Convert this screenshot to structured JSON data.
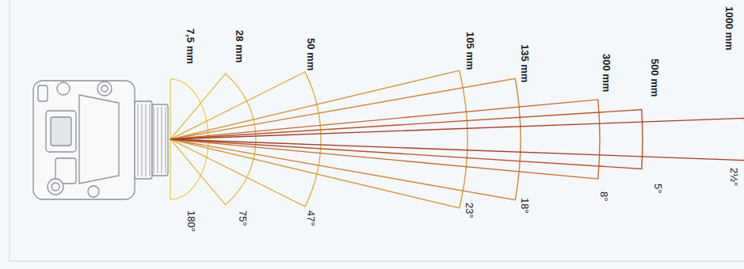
{
  "diagram": {
    "labels": [
      "7,5 mm",
      "28 mm",
      "50 mm",
      "105 mm",
      "135 mm",
      "300 mm",
      "500 mm",
      "1000 mm",
      "180°",
      "75°",
      "47°",
      "23°",
      "18°",
      "8°",
      "5°",
      "2½°"
    ]
  }
}
